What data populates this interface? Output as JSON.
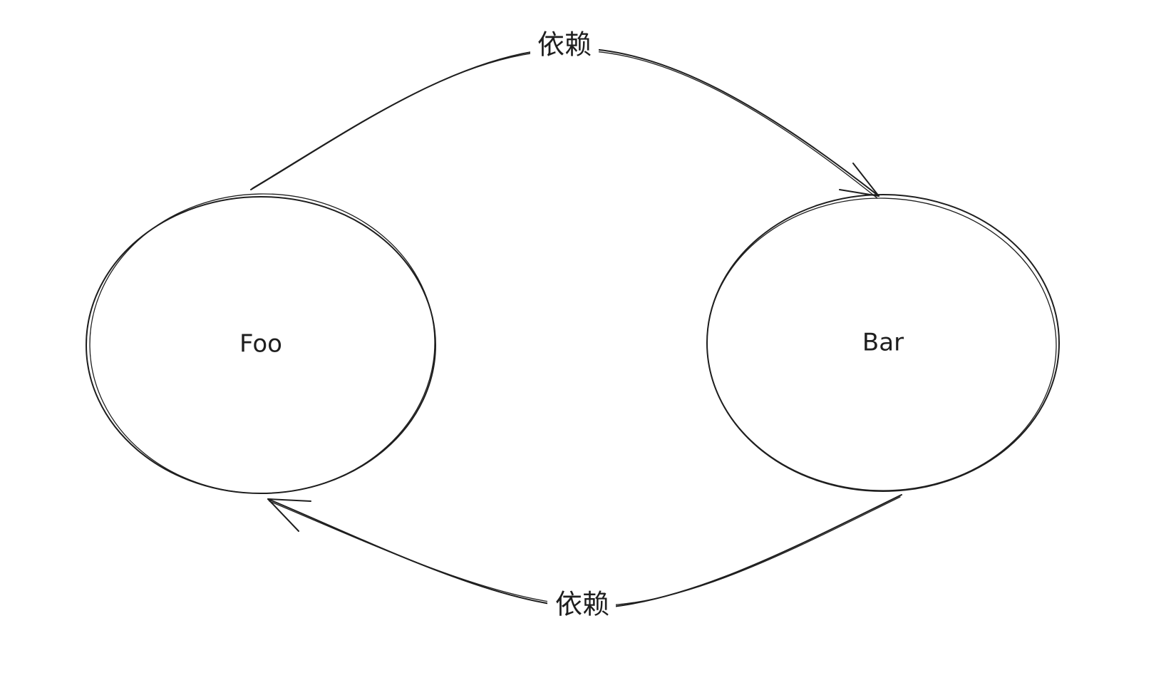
{
  "diagram": {
    "nodes": [
      {
        "id": "foo",
        "label": "Foo",
        "shape": "ellipse"
      },
      {
        "id": "bar",
        "label": "Bar",
        "shape": "ellipse"
      }
    ],
    "edges": [
      {
        "id": "foo-to-bar",
        "from": "foo",
        "to": "bar",
        "label": "依赖"
      },
      {
        "id": "bar-to-foo",
        "from": "bar",
        "to": "foo",
        "label": "依赖"
      }
    ],
    "style": {
      "stroke_color": "#1e1e1e",
      "background_color": "#ffffff",
      "hand_drawn": true
    }
  }
}
